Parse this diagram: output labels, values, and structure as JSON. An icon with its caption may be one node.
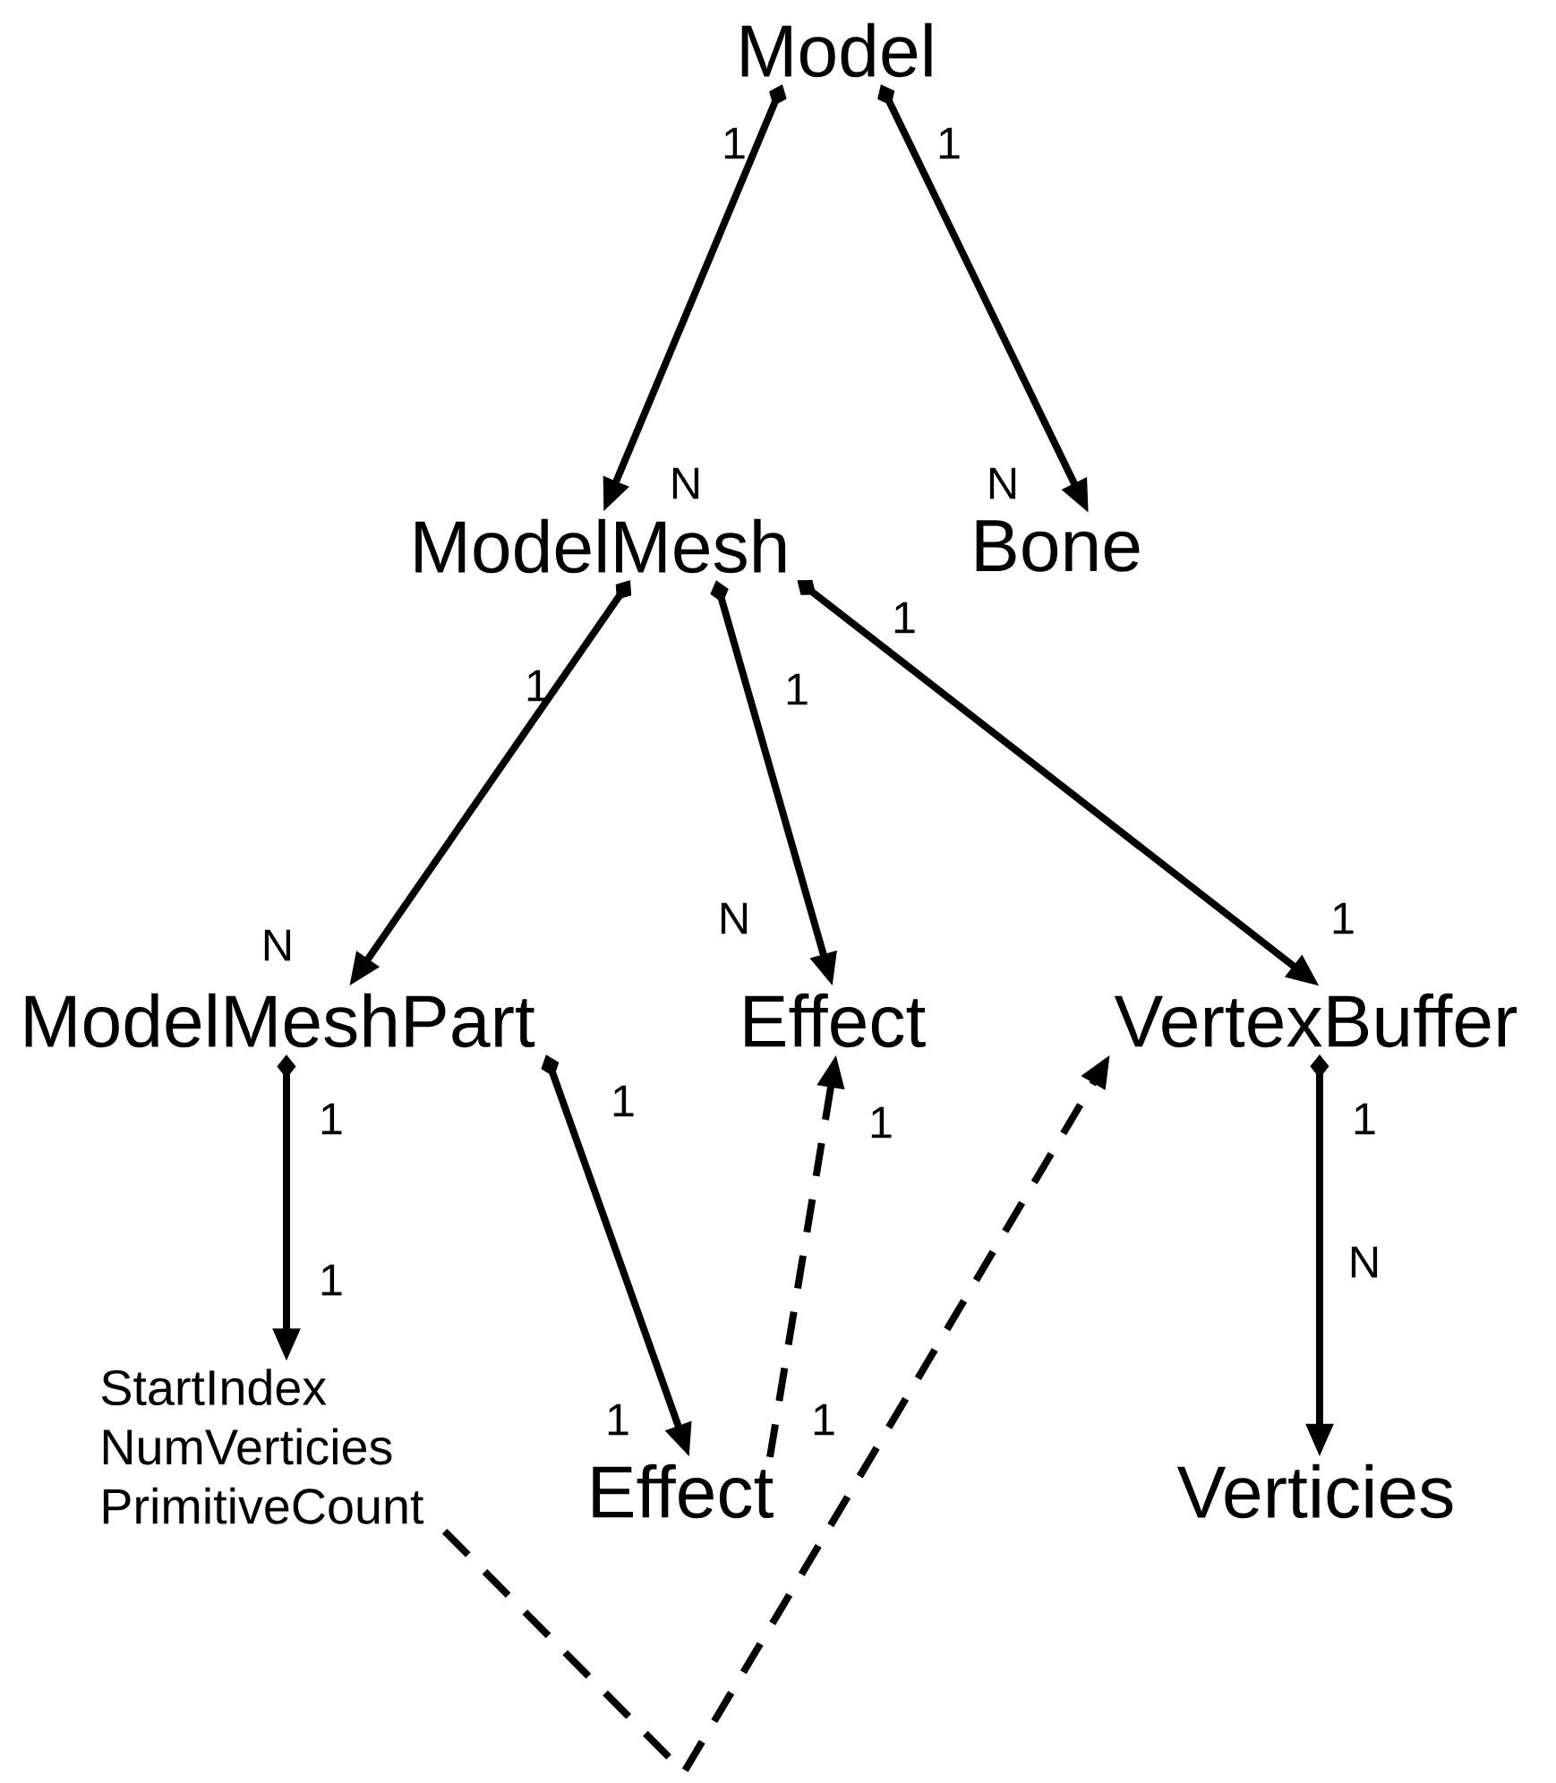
{
  "diagram": {
    "nodes": [
      {
        "text": [
          "Model"
        ]
      },
      {
        "text": [
          "ModelMesh"
        ]
      },
      {
        "text": [
          "Bone"
        ]
      },
      {
        "text": [
          "ModelMeshPart"
        ]
      },
      {
        "text": [
          "Effect"
        ]
      },
      {
        "text": [
          "VertexBuffer"
        ]
      },
      {
        "text": [
          "StartIndex NumVerticies PrimitiveCount"
        ]
      },
      {
        "text": [
          "Effect"
        ]
      },
      {
        "text": [
          "Verticies"
        ]
      }
    ],
    "edges": [
      {
        "from": 0,
        "to": 1,
        "arrow": "to"
      },
      {
        "from": 0,
        "to": 2,
        "arrow": "to"
      },
      {
        "from": 1,
        "to": 3,
        "arrow": "to"
      },
      {
        "from": 1,
        "to": 4,
        "arrow": "to"
      },
      {
        "from": 1,
        "to": 5,
        "arrow": "to"
      },
      {
        "from": 3,
        "to": 6,
        "arrow": "to"
      },
      {
        "from": 3,
        "to": 7,
        "arrow": "to"
      },
      {
        "from": 7,
        "to": 4,
        "arrow": "to",
        "style": "dashed"
      },
      {
        "from": 6,
        "to": 5,
        "arrow": "to",
        "style": "dashed"
      },
      {
        "from": 5,
        "to": 8,
        "arrow": "to"
      }
    ],
    "labels": [
      "1",
      "1",
      "N",
      "N",
      "1",
      "1",
      "1",
      "N",
      "N",
      "1",
      "1",
      "1",
      "1",
      "1",
      "1",
      "1",
      "1",
      "N"
    ]
  }
}
